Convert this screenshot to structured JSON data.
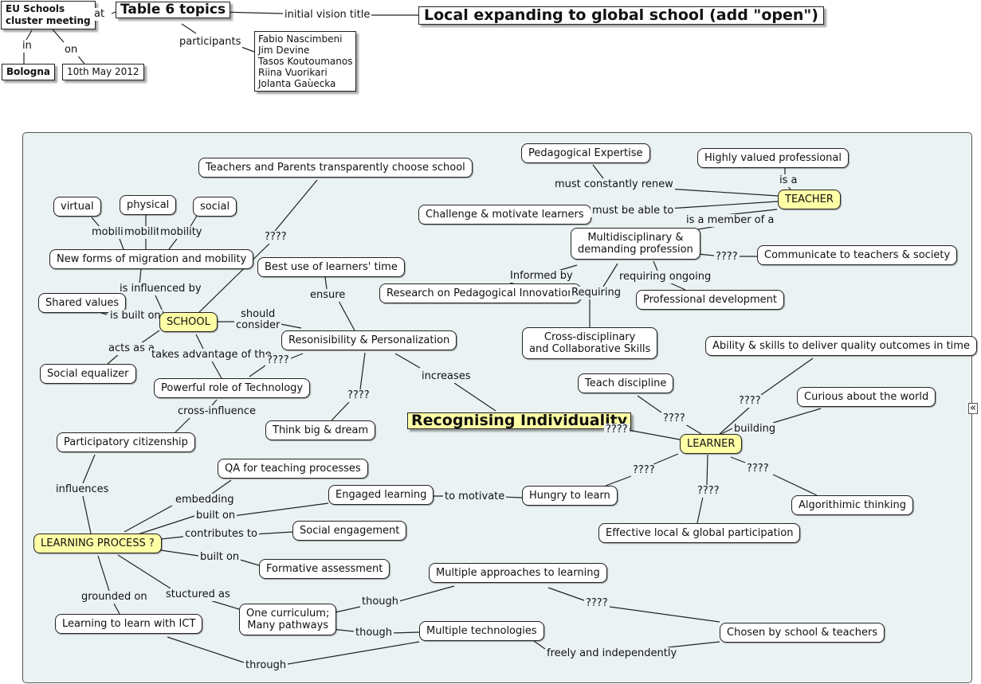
{
  "header": {
    "cluster": [
      "EU Schools",
      "cluster meeting"
    ],
    "table": "Table 6 topics",
    "vision_title": "Local expanding to global school (add \"open\")",
    "place": "Bologna",
    "date": "10th May 2012",
    "participants": [
      "Fabio Nascimbeni",
      "Jim Devine",
      "Tasos Koutoumanos",
      "Riina Vuorikari",
      "Jolanta Gaùecka"
    ],
    "links": {
      "at": "at",
      "initial_vision_title": "initial vision title",
      "participants": "participants",
      "in": "in",
      "on": "on"
    }
  },
  "concepts": {
    "teachers_parents": "Teachers and Parents transparently choose school",
    "virtual": "virtual",
    "physical": "physical",
    "social": "social",
    "migration": "New forms of migration and mobility",
    "shared_values": "Shared values",
    "school": "SCHOOL",
    "social_equalizer": "Social equalizer",
    "technology": "Powerful role of Technology",
    "best_use": "Best use of learners' time",
    "responsibility": "Resonisibility & Personalization",
    "think_big": "Think big & dream",
    "participatory": "Participatory citizenship",
    "qa": "QA for teaching processes",
    "engaged": "Engaged learning",
    "social_engagement": "Social engagement",
    "learning_process": "LEARNING PROCESS ?",
    "formative": "Formative assessment",
    "learning_ict": "Learning to learn with ICT",
    "curriculum": [
      "One curriculum;",
      "Many pathways"
    ],
    "multiple_approaches": "Multiple approaches to learning",
    "multiple_tech": "Multiple technologies",
    "chosen": "Chosen by school & teachers",
    "hungry": "Hungry to learn",
    "recognising": "Recognising Individuality",
    "ped_expertise": "Pedagogical Expertise",
    "highly_valued": "Highly valued professional",
    "teacher": "TEACHER",
    "challenge": "Challenge & motivate learners",
    "multidisciplinary": [
      "Multidisciplinary &",
      "demanding profession"
    ],
    "communicate": "Communicate to teachers & society",
    "research": "Research on Pedagogical Innovation",
    "prof_dev": "Professional development",
    "cross_disc": [
      "Cross-disciplinary",
      "and Collaborative Skills"
    ],
    "ability": "Ability & skills to deliver quality outcomes in time",
    "teach_discipline": "Teach discipline",
    "curious": "Curious about the world",
    "learner": "LEARNER",
    "algorithmic": "Algorithimic thinking",
    "effective": "Effective local & global participation"
  },
  "links": {
    "q": "????",
    "mobility": "mobility",
    "is_influenced_by": "is influenced by",
    "is_built_on": "is built on",
    "acts_as_a": "acts as a",
    "takes_advantage": "takes advantage of the",
    "should_consider": [
      "should",
      "consider"
    ],
    "ensure": "ensure",
    "increases": "increases",
    "cross_influence": "cross-influence",
    "influences": "influences",
    "embedding": "embedding",
    "built_on": "built on",
    "contributes_to": "contributes to",
    "to_motivate": "to motivate",
    "grounded_on": "grounded on",
    "stuctured_as": "stuctured as",
    "though": "though",
    "through": "through",
    "freely": "freely and independently",
    "must_renew": "must constantly renew",
    "is_a": "is a",
    "must_be_able": "must be able to",
    "is_member": "is a member of a",
    "informed_by": "Informed by",
    "requiring_ongoing": "requiring ongoing",
    "requiring": "Requiring",
    "building": "building"
  },
  "corner_icon": "collapse-arrows-icon",
  "corner_glyph": "«"
}
